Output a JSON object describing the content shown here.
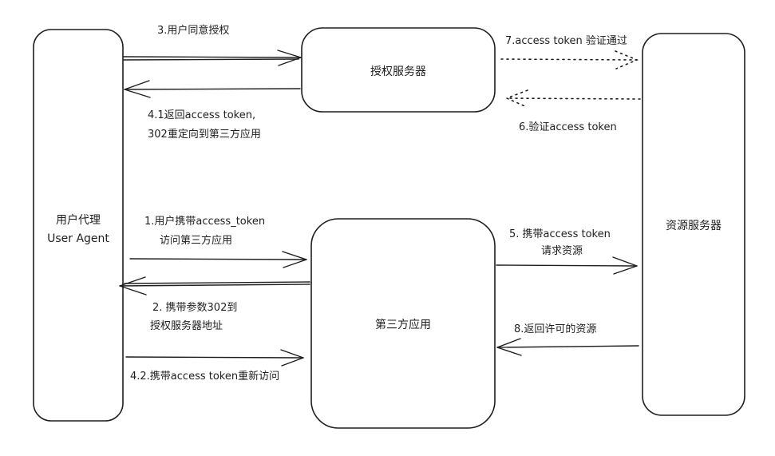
{
  "nodes": {
    "user_agent": {
      "line1": "用户代理",
      "line2": "User Agent"
    },
    "auth_server": {
      "label": "授权服务器"
    },
    "third_party_app": {
      "label": "第三方应用"
    },
    "resource_server": {
      "label": "资源服务器"
    }
  },
  "edges": {
    "e3": {
      "lines": [
        "3.用户同意授权"
      ]
    },
    "e41": {
      "lines": [
        "4.1返回access token,",
        "302重定向到第三方应用"
      ]
    },
    "e1": {
      "lines": [
        "1.用户携带access_token",
        "访问第三方应用"
      ]
    },
    "e2": {
      "lines": [
        "2. 携带参数302到",
        "授权服务器地址"
      ]
    },
    "e42": {
      "lines": [
        "4.2.携带access token重新访问"
      ]
    },
    "e7": {
      "lines": [
        "7.access token 验证通过"
      ]
    },
    "e6": {
      "lines": [
        "6.验证access token"
      ]
    },
    "e5": {
      "lines": [
        "5. 携带access token",
        "请求资源"
      ]
    },
    "e8": {
      "lines": [
        "8.返回许可的资源"
      ]
    }
  }
}
